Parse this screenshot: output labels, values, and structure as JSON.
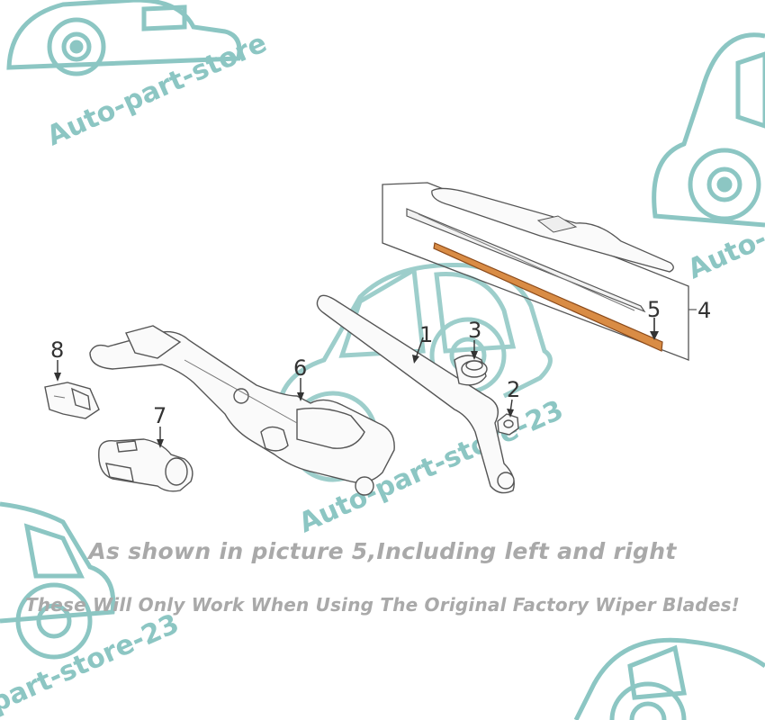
{
  "watermark": {
    "store_name": "Auto-part-store",
    "store_name_23": "Auto-part-store-23",
    "fragment_bottom_left": "part-store-23",
    "fragment_right": "Auto-",
    "color": "#8cc6c3"
  },
  "callouts": [
    "1",
    "2",
    "3",
    "4",
    "5",
    "6",
    "7",
    "8"
  ],
  "highlight_color": "#c87533",
  "captions": {
    "line1": "As shown in picture 5,Including left and right",
    "line2": "These Will Only Work When Using The Original Factory Wiper Blades!"
  }
}
